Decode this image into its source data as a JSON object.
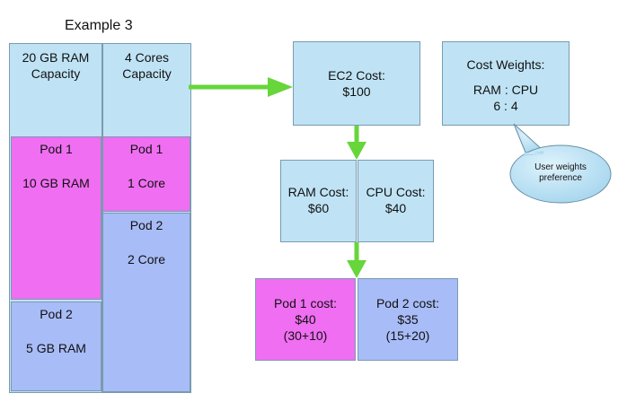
{
  "title": "Example 3",
  "ram_capacity": {
    "line1": "20 GB RAM",
    "line2": "Capacity"
  },
  "cpu_capacity": {
    "line1": "4 Cores",
    "line2": "Capacity"
  },
  "pod1_ram": {
    "name": "Pod 1",
    "value": "10 GB RAM"
  },
  "pod2_ram": {
    "name": "Pod 2",
    "value": "5 GB RAM"
  },
  "pod1_cpu": {
    "name": "Pod 1",
    "value": "1 Core"
  },
  "pod2_cpu": {
    "name": "Pod 2",
    "value": "2 Core"
  },
  "ec2_cost": {
    "label": "EC2 Cost:",
    "value": "$100"
  },
  "cost_weights": {
    "label": "Cost Weights:",
    "ratio_label": "RAM : CPU",
    "ratio_value": "6 : 4"
  },
  "callout": {
    "line1": "User weights",
    "line2": "preference"
  },
  "ram_cost": {
    "label": "RAM Cost:",
    "value": "$60"
  },
  "cpu_cost": {
    "label": "CPU Cost:",
    "value": "$40"
  },
  "pod1_cost": {
    "label": "Pod 1 cost:",
    "value": "$40",
    "breakdown": "(30+10)"
  },
  "pod2_cost": {
    "label": "Pod 2 cost:",
    "value": "$35",
    "breakdown": "(15+20)"
  },
  "colors": {
    "capacity": "#bfe3f5",
    "pod1": "#f06ef2",
    "pod2": "#a8bcf7",
    "arrow": "#66d63a"
  }
}
